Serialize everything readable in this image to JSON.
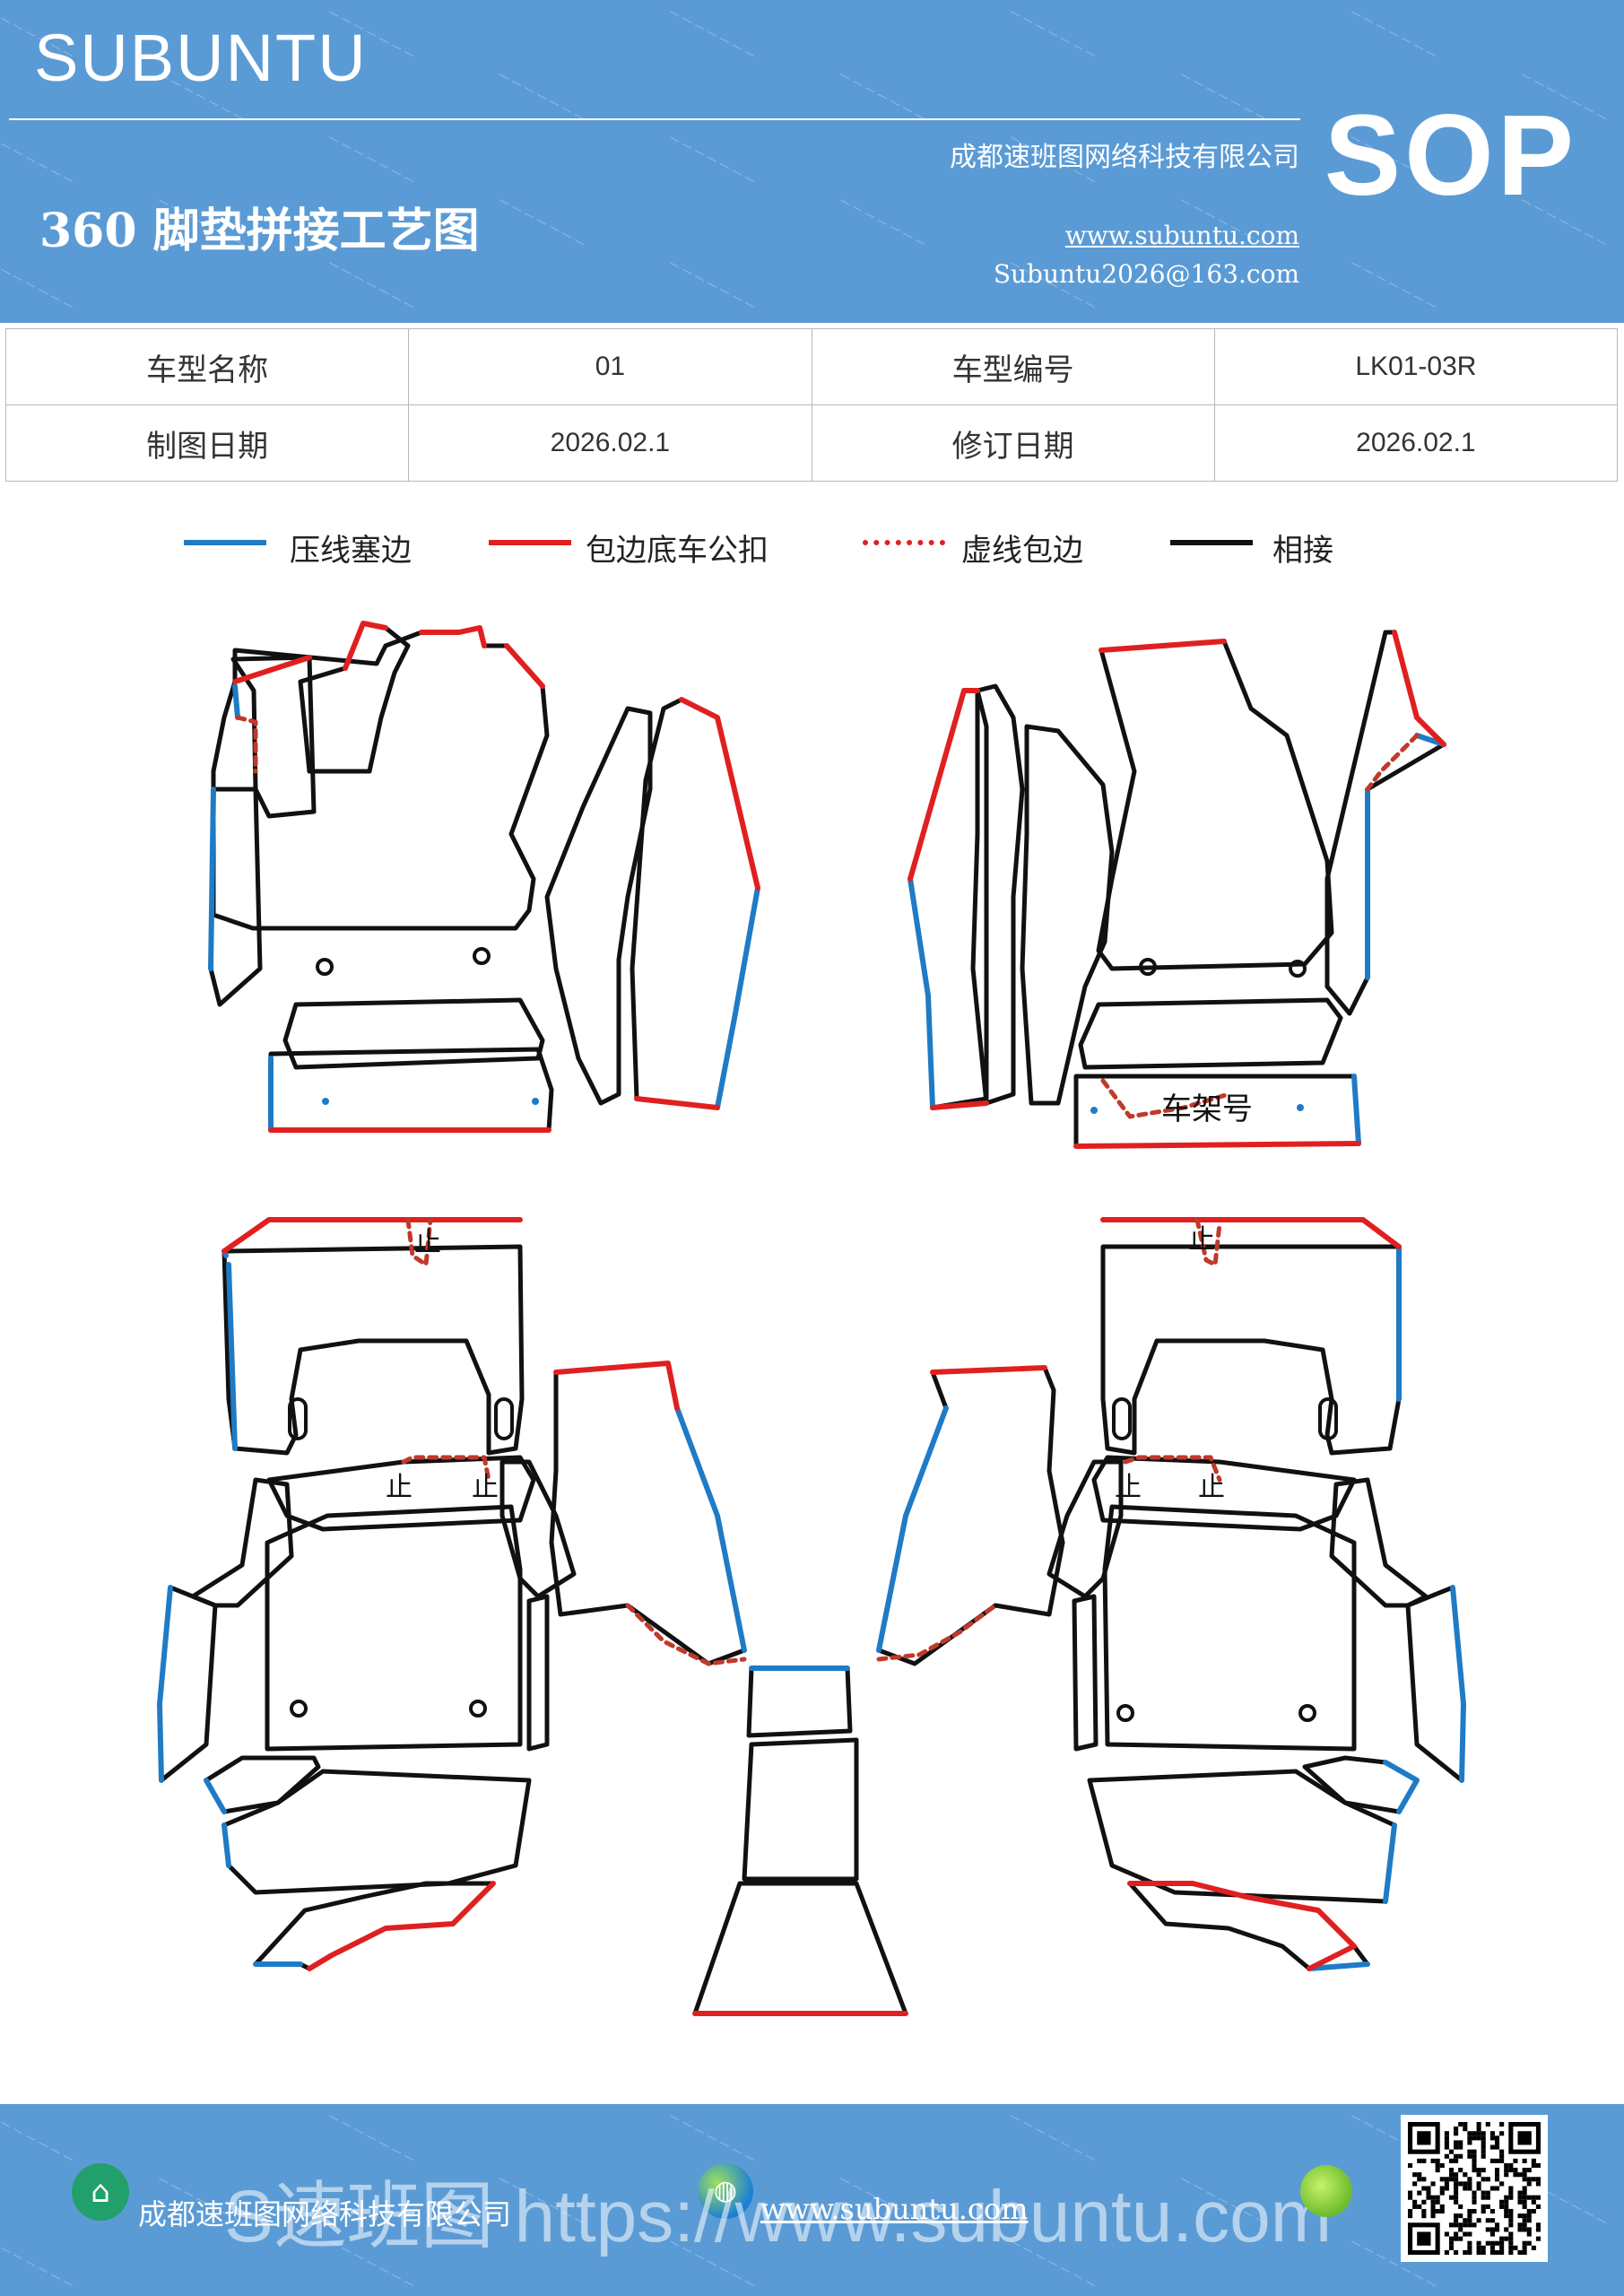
{
  "header": {
    "brand": "SUBUNTU",
    "title": "360 脚垫拼接工艺图",
    "company": "成都速班图网络科技有限公司",
    "website": "www.subuntu.com",
    "email": "Subuntu2026@163.com",
    "sop": "SOP"
  },
  "info": {
    "model_name_label": "车型名称",
    "model_name_value": "01",
    "model_code_label": "车型编号",
    "model_code_value": "LK01-03R",
    "draw_date_label": "制图日期",
    "draw_date_value": "2026.02.1",
    "revise_date_label": "修订日期",
    "revise_date_value": "2026.02.1"
  },
  "legend": [
    {
      "label": "压线塞边",
      "color": "#1f7bc6",
      "style": "solid"
    },
    {
      "label": "包边底车公扣",
      "color": "#e02020",
      "style": "solid"
    },
    {
      "label": "虚线包边",
      "color": "#e02020",
      "style": "dotted"
    },
    {
      "label": "相接",
      "color": "#111111",
      "style": "solid"
    }
  ],
  "diagram": {
    "frame_label": "车架号",
    "stop_mark": "止"
  },
  "footer": {
    "company": "成都速班图网络科技有限公司",
    "website": "www.subuntu.com",
    "overlay": "S速班图 https://www.subuntu.com"
  },
  "colors": {
    "header_bg": "#5b9bd5",
    "press_line": "#1f7bc6",
    "edge_wrap": "#e02020",
    "joint": "#111111"
  }
}
